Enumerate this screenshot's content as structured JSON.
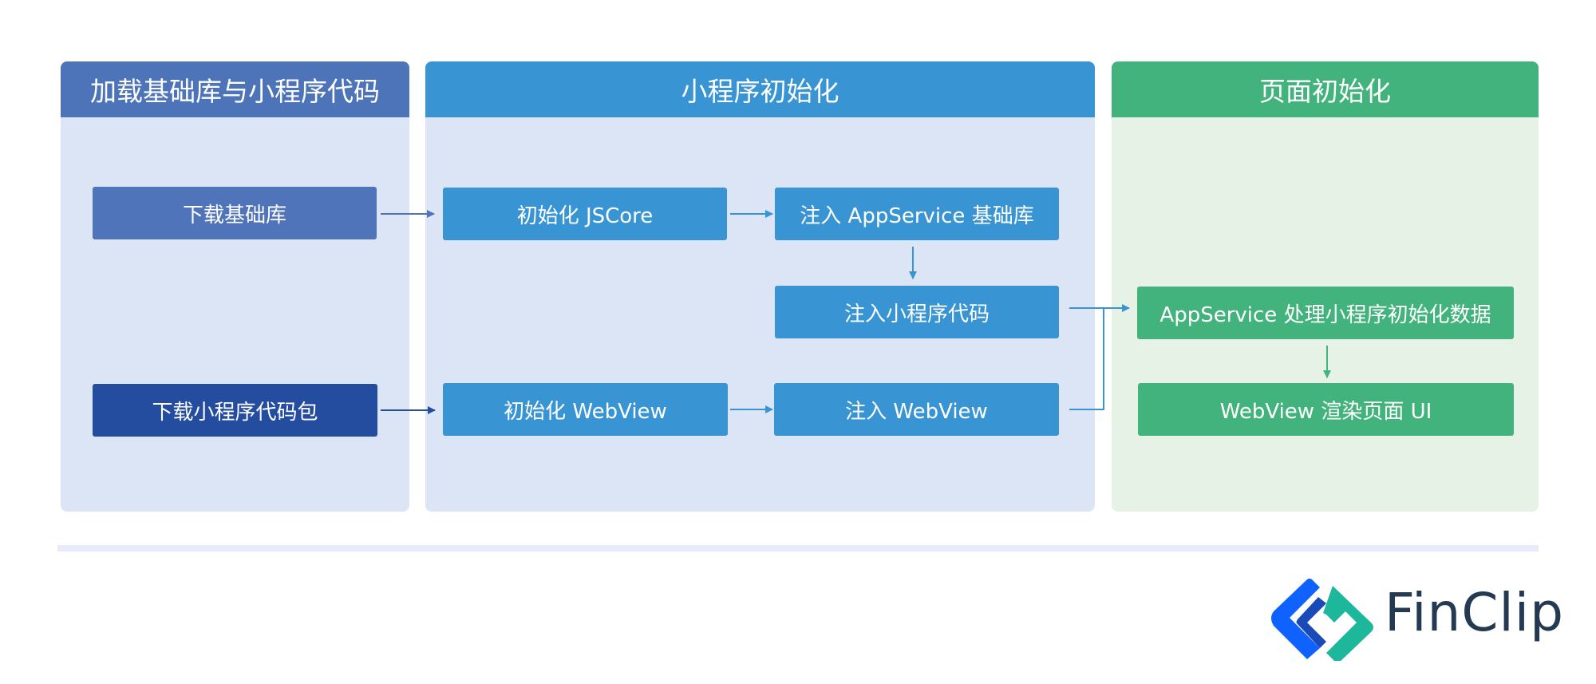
{
  "panels": {
    "load": {
      "title": "加载基础库与小程序代码"
    },
    "app_init": {
      "title": "小程序初始化"
    },
    "page_init": {
      "title": "页面初始化"
    }
  },
  "nodes": {
    "download_base_lib": "下载基础库",
    "download_package": "下载小程序代码包",
    "init_jscore": "初始化 JSCore",
    "inject_appservice_lib": "注入 AppService 基础库",
    "inject_app_code": "注入小程序代码",
    "init_webview": "初始化 WebView",
    "inject_webview": "注入 WebView",
    "appservice_process": "AppService 处理小程序初始化数据",
    "webview_render": "WebView 渲染页面 UI"
  },
  "edges": [
    {
      "from": "download_base_lib",
      "to": "init_jscore"
    },
    {
      "from": "init_jscore",
      "to": "inject_appservice_lib"
    },
    {
      "from": "inject_appservice_lib",
      "to": "inject_app_code"
    },
    {
      "from": "download_package",
      "to": "init_webview"
    },
    {
      "from": "init_webview",
      "to": "inject_webview"
    },
    {
      "from": "inject_app_code",
      "to": "appservice_process"
    },
    {
      "from": "inject_webview",
      "to": "appservice_process"
    },
    {
      "from": "appservice_process",
      "to": "webview_render"
    }
  ],
  "colors": {
    "load_header": "#4d73b8",
    "app_header": "#3894d3",
    "page_header": "#42b37c",
    "dark_node": "#244d9f"
  },
  "logo": {
    "text": "FinClip",
    "icon": "finclip-logo-icon"
  }
}
